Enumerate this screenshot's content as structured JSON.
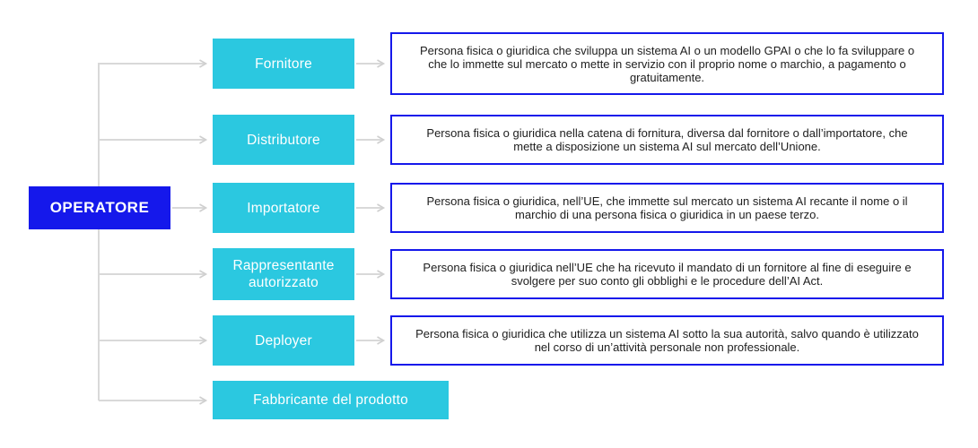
{
  "root": {
    "label": "OPERATORE"
  },
  "rows": [
    {
      "label": "Fornitore",
      "description": "Persona fisica o giuridica che sviluppa un sistema AI o un modello GPAI o che lo fa sviluppare o che lo immette sul mercato o mette in servizio con il proprio nome o marchio, a pagamento o gratuitamente."
    },
    {
      "label": "Distributore",
      "description": "Persona fisica o giuridica nella catena di fornitura, diversa dal fornitore o dall’importatore, che mette a disposizione un sistema AI sul mercato dell’Unione."
    },
    {
      "label": "Importatore",
      "description": "Persona fisica o giuridica, nell’UE, che immette sul mercato un sistema AI recante il nome o il marchio di una persona fisica o giuridica in un paese terzo."
    },
    {
      "label": "Rappresentante autorizzato",
      "description": "Persona fisica o giuridica nell’UE che ha ricevuto il mandato di un fornitore al fine di eseguire e svolgere per suo conto gli obblighi e le procedure dell’AI Act."
    },
    {
      "label": "Deployer",
      "description": "Persona fisica o giuridica che utilizza un sistema AI sotto la sua autorità, salvo quando è utilizzato nel corso di un’attività personale non professionale."
    },
    {
      "label": "Fabbricante del prodotto",
      "description": ""
    }
  ],
  "colors": {
    "accent_blue": "#1518EB",
    "node_cyan": "#2BC8E0",
    "connector_gray": "#D9D9D9",
    "description_text": "#202020"
  }
}
